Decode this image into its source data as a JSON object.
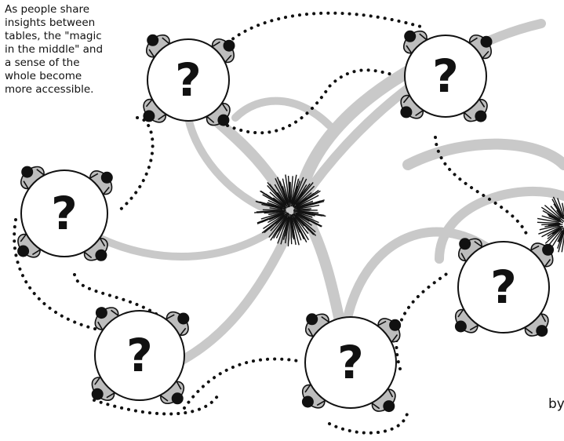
{
  "caption": "As people share\ninsights between\ntables, the \"magic\nin the middle\" and\na sense of the\nwhole become\nmore accessible.",
  "credit": "by",
  "tables": [
    {
      "id": "table-1",
      "label": "?"
    },
    {
      "id": "table-2",
      "label": "?"
    },
    {
      "id": "table-3",
      "label": "?"
    },
    {
      "id": "table-4",
      "label": "?"
    },
    {
      "id": "table-5",
      "label": "?"
    },
    {
      "id": "table-6",
      "label": "?"
    }
  ],
  "colors": {
    "ink": "#111111",
    "swirl": "#c9c9c9",
    "table_fill": "#ffffff"
  }
}
